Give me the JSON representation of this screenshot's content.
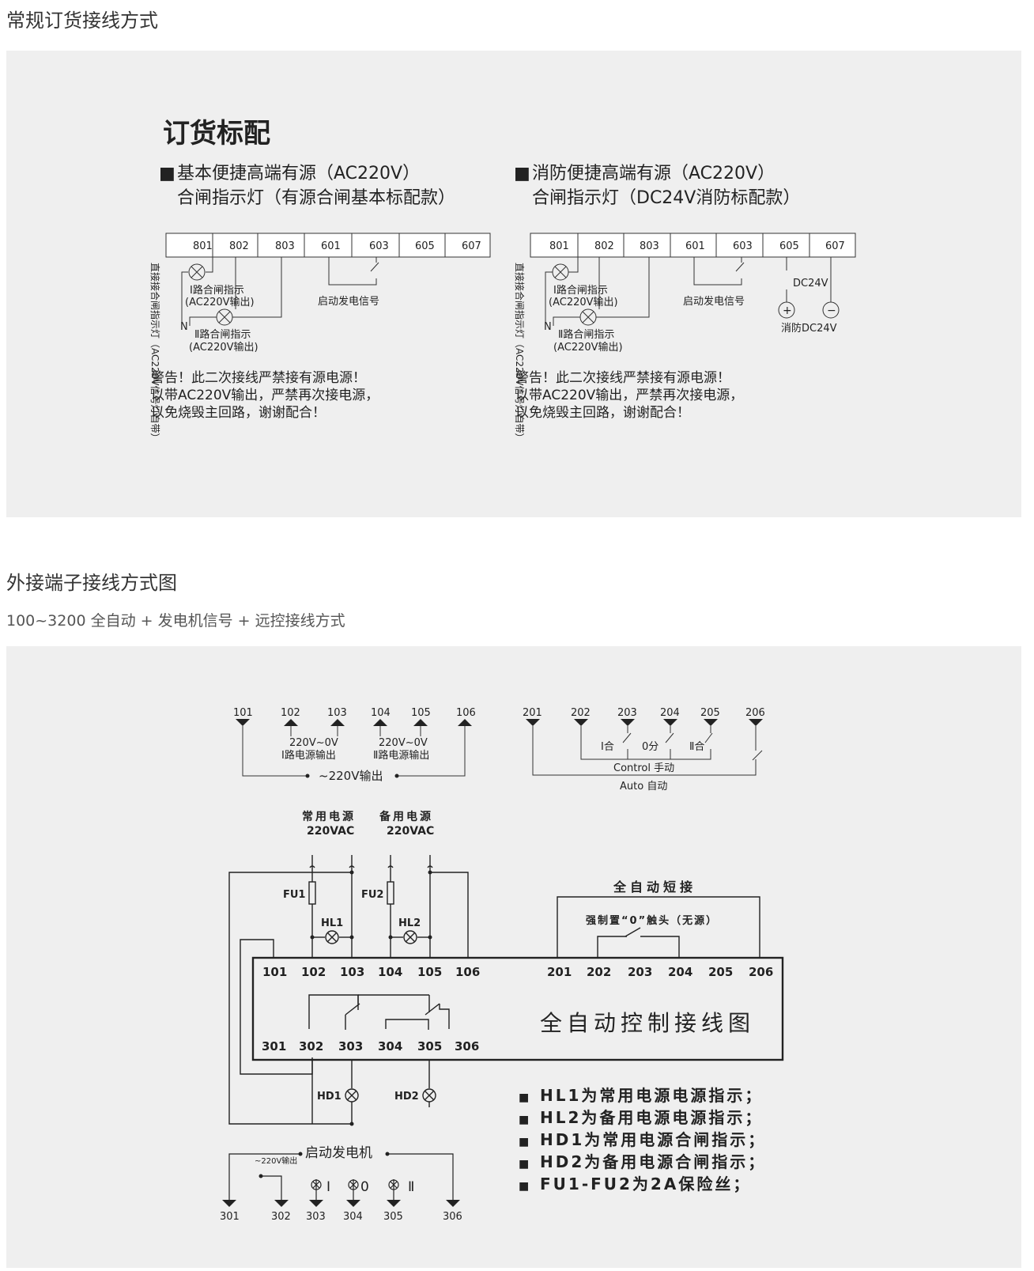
{
  "section1": {
    "heading": "常规订货接线方式",
    "title": "订货标配",
    "left": {
      "bullet": "■",
      "line1": "基本便捷高端有源（AC220V）",
      "line2": "合闸指示灯（有源合闸基本标配款）",
      "terminals": [
        "801",
        "802",
        "803",
        "601",
        "603",
        "605",
        "607"
      ],
      "vertical_label": "直接接合闸指示灯（AC220V信号灯自带）",
      "lamp1_l1": "Ⅰ路合闸指示",
      "lamp1_l2": "(AC220V输出)",
      "lamp2_l1": "Ⅱ路合闸指示",
      "lamp2_l2": "(AC220V输出)",
      "n_label": "N",
      "gen_label": "启动发电信号",
      "warning": [
        "警告！此二次接线严禁接有源电源！",
        "以带AC220V输出，严禁再次接电源，",
        "以免烧毁主回路，谢谢配合！"
      ]
    },
    "right": {
      "bullet": "■",
      "line1": "消防便捷高端有源（AC220V）",
      "line2": "合闸指示灯（DC24V消防标配款）",
      "terminals": [
        "801",
        "802",
        "803",
        "601",
        "603",
        "605",
        "607"
      ],
      "vertical_label": "直接接合闸指示灯（AC220V信号灯自带）",
      "lamp1_l1": "Ⅰ路合闸指示",
      "lamp1_l2": "(AC220V输出)",
      "lamp2_l1": "Ⅱ路合闸指示",
      "lamp2_l2": "(AC220V输出)",
      "n_label": "N",
      "gen_label": "启动发电信号",
      "dc_label": "DC24V",
      "plus": "+",
      "minus": "−",
      "fire_label": "消防DC24V",
      "warning": [
        "警告！此二次接线严禁接有源电源！",
        "以带AC220V输出，严禁再次接电源，",
        "以免烧毁主回路，谢谢配合！"
      ]
    }
  },
  "section2": {
    "heading": "外接端子接线方式图",
    "subheading": "100~3200 全自动 + 发电机信号 + 远控接线方式",
    "top_left": {
      "terminals": [
        "101",
        "102",
        "103",
        "104",
        "105",
        "106"
      ],
      "out1_l1": "220V~0V",
      "out1_l2": "Ⅰ路电源输出",
      "out2_l1": "220V~0V",
      "out2_l2": "Ⅱ路电源输出",
      "bottom": "~220V输出"
    },
    "top_right": {
      "terminals": [
        "201",
        "202",
        "203",
        "204",
        "205",
        "206"
      ],
      "sw1": "Ⅰ合",
      "sw2": "0分",
      "sw3": "Ⅱ合",
      "control": "Control 手动",
      "auto": "Auto 自动"
    },
    "main": {
      "src1_l1": "常用电源",
      "src1_l2": "220VAC",
      "src2_l1": "备用电源",
      "src2_l2": "220VAC",
      "fu1": "FU1",
      "fu2": "FU2",
      "hl1": "HL1",
      "hl2": "HL2",
      "full_auto_short": "全自动短接",
      "force_zero": "强制置“0”触头（无源）",
      "top_terms": [
        "101",
        "102",
        "103",
        "104",
        "105",
        "106",
        "201",
        "202",
        "203",
        "204",
        "205",
        "206"
      ],
      "bottom_terms": [
        "301",
        "302",
        "303",
        "304",
        "305",
        "306"
      ],
      "box_title": "全自动控制接线图",
      "hd1": "HD1",
      "hd2": "HD2"
    },
    "notes": [
      "HL1为常用电源电源指示；",
      "HL2为备用电源电源指示；",
      "HD1为常用电源合闸指示；",
      "HD2为备用电源合闸指示；",
      "FU1-FU2为2A保险丝；"
    ],
    "note_bullet": "■",
    "generator": {
      "title": "启动发电机",
      "out": "~220V输出",
      "l1": "Ⅰ",
      "l0": "0",
      "l2": "Ⅱ",
      "terminals": [
        "301",
        "302",
        "303",
        "304",
        "305",
        "306"
      ]
    }
  }
}
